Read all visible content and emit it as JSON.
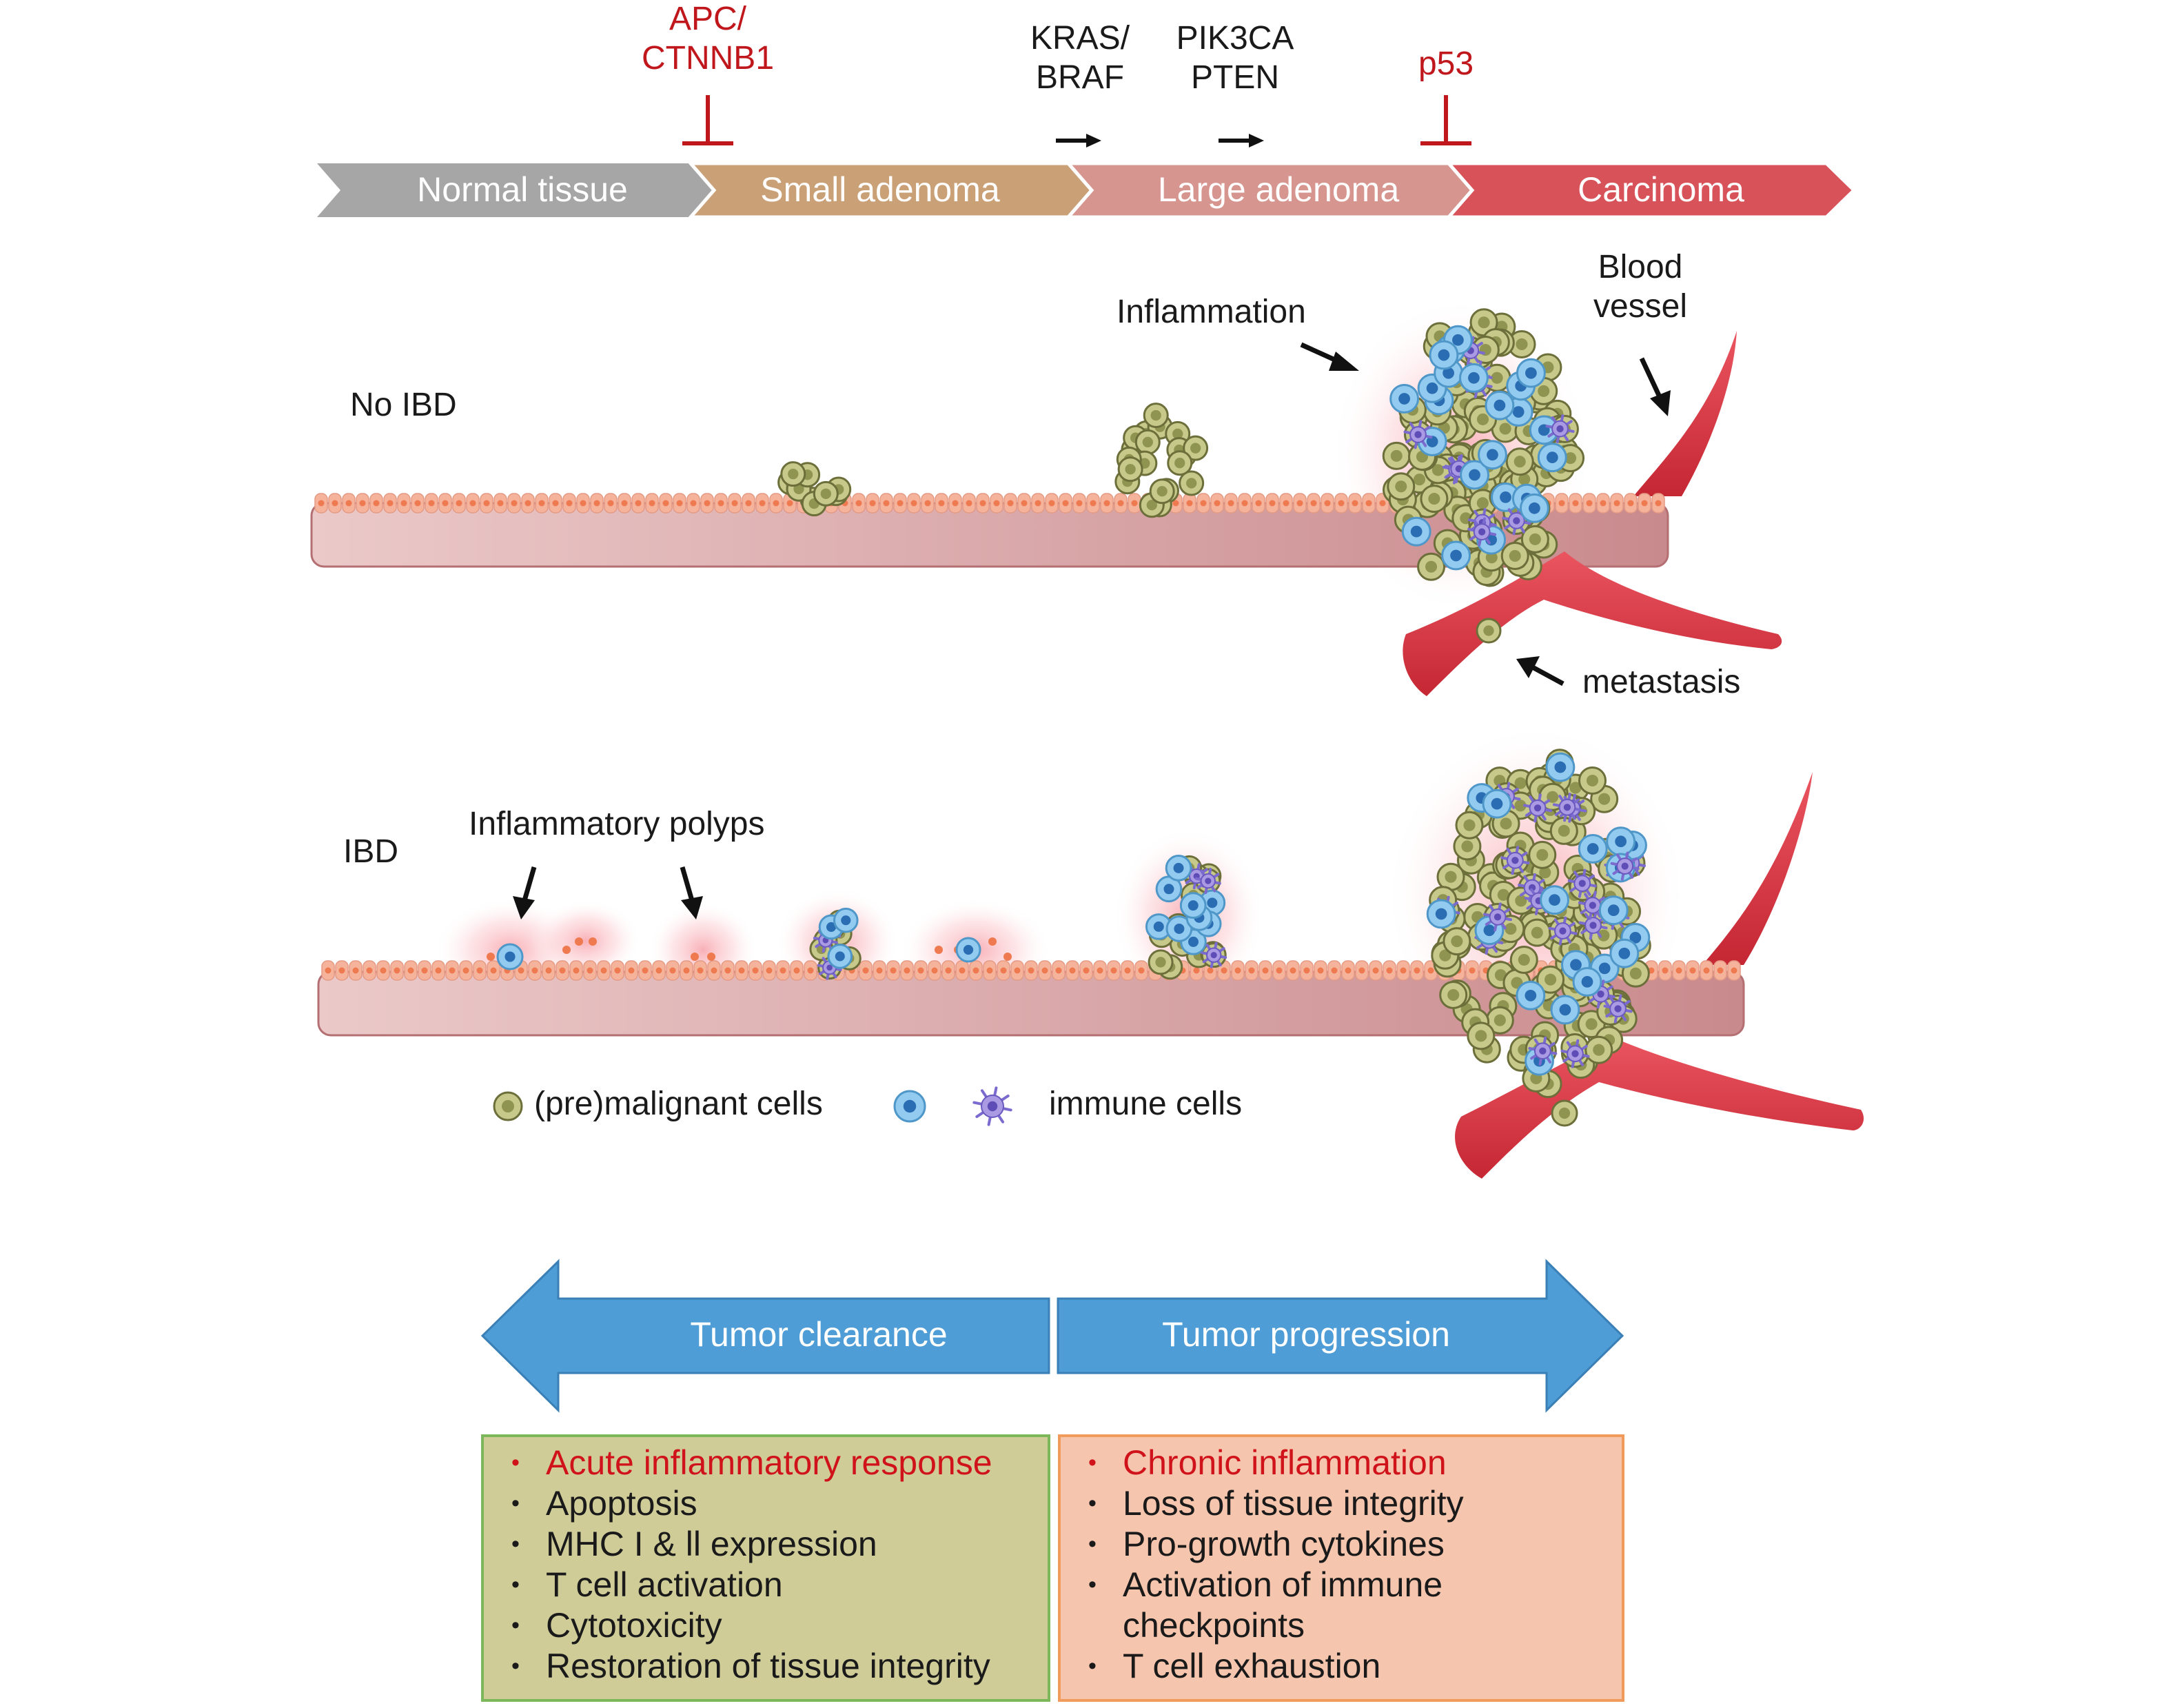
{
  "stages": [
    "Normal tissue",
    "Small adenoma",
    "Large adenoma",
    "Carcinoma"
  ],
  "genes": {
    "apc": "APC/\nCTNNB1",
    "kras": "KRAS/\nBRAF",
    "pik3ca": "PIK3CA\nPTEN",
    "p53": "p53"
  },
  "labels": {
    "no_ibd": "No IBD",
    "ibd": "IBD",
    "inflammation": "Inflammation",
    "blood_vessel": "Blood\nvessel",
    "metastasis": "metastasis",
    "inflammatory_polyps": "Inflammatory polyps"
  },
  "legend": {
    "malignant": "(pre)malignant cells",
    "immune": "immune cells"
  },
  "arrows": {
    "left": "Tumor clearance",
    "right": "Tumor progression"
  },
  "clearance_box": [
    "Acute inflammatory response",
    "Apoptosis",
    "MHC I & ll expression",
    "T cell activation",
    "Cytotoxicity",
    "Restoration of tissue integrity"
  ],
  "progression_box": [
    "Chronic inflammation",
    "Loss of tissue integrity",
    "Pro-growth cytokines",
    "Activation of immune\ncheckpoints",
    "T cell exhaustion"
  ],
  "colors": {
    "normal": "#a6a6a6",
    "small": "#caa077",
    "large": "#d6958f",
    "carcinoma": "#d8525a",
    "inhibit": "#c0171c",
    "arrow_blue": "#4e9dd6",
    "green_box_fill": "#cfcc98",
    "green_box_border": "#7cb75b",
    "orange_box_fill": "#f5c5ad",
    "orange_box_border": "#f09a5b",
    "highlight_text": "#d0121b",
    "vessel": "#d93a44",
    "tissue": "#d9a1a1"
  }
}
